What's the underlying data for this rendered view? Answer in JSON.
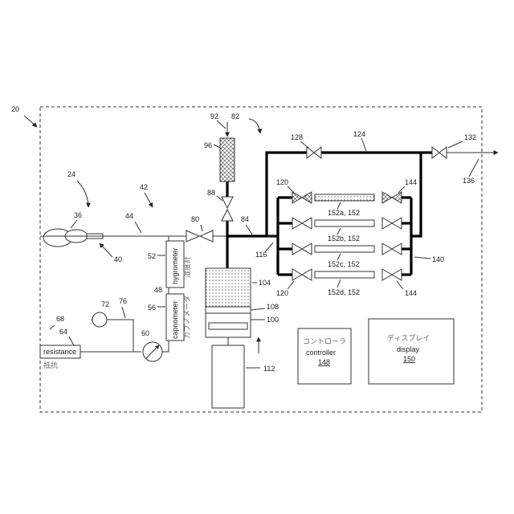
{
  "labels": {
    "system": "20",
    "patient_side": "24",
    "interface": "36",
    "interface_ref": "40",
    "line_42": "42",
    "line_44": "44",
    "hygrometer_ref": "52",
    "hygrometer": "hygrometer",
    "hygrometer_jp": "湿度計",
    "node_48": "48",
    "capnometer_ref": "56",
    "capnometer": "capnometer",
    "capnometer_jp": "カプノメータ",
    "resistance_group": "68",
    "resistance_ref": "64",
    "resistance": "resistance",
    "resistance_jp": "抵抗",
    "pump_ref": "60",
    "vessel_ref": "72",
    "line_76": "76",
    "valve_80": "80",
    "line_84": "84",
    "valve_88": "88",
    "filter_96": "96",
    "inlet_92": "92",
    "assembly_82": "82",
    "chamber_104": "104",
    "plate_108": "108",
    "piston_100": "100",
    "cylinder_112": "112",
    "manifold_116": "116",
    "valve_120a": "120",
    "valve_120b": "120",
    "valve_128": "128",
    "line_124": "124",
    "valve_132": "132",
    "outlet_136": "136",
    "manifold_140": "140",
    "valve_144a": "144",
    "valve_144b": "144",
    "tube_a": "152a, 152",
    "tube_b": "152b, 152",
    "tube_c": "152c, 152",
    "tube_d": "152d, 152",
    "controller_jp": "コントローラ",
    "controller": "controller",
    "controller_ref": "148",
    "display_jp": "ディスプレイ",
    "display": "display",
    "display_ref": "150"
  }
}
